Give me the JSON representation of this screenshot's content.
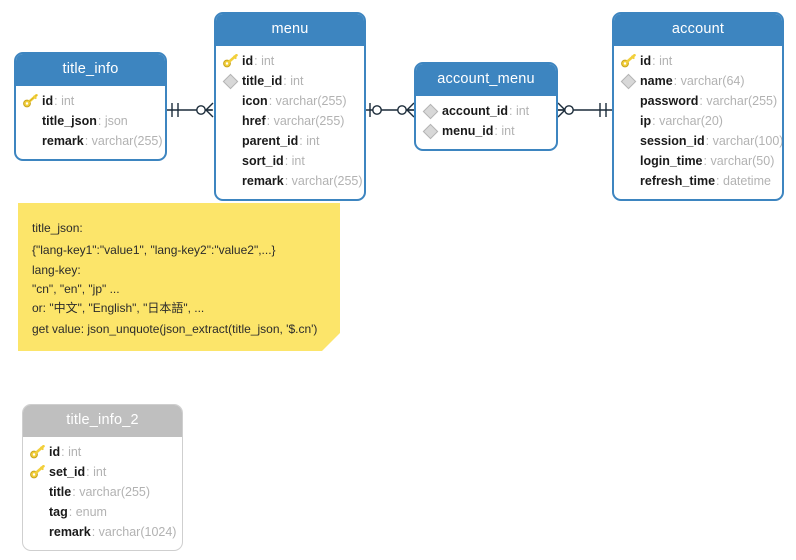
{
  "diagram": {
    "title": "Database ER diagram",
    "canvas_background": "#ffffff",
    "colors": {
      "entity_blue": "#3d85c0",
      "entity_gray": "#bfbfbf",
      "note_yellow": "#fce56a",
      "field_name": "#1a1a1a",
      "field_type": "#b2b2b2",
      "connector": "#1c2c3a"
    }
  },
  "entities": [
    {
      "name": "title_info",
      "style": "blue",
      "fields": [
        {
          "marker": "key-icon",
          "name": "id",
          "type": "int"
        },
        {
          "marker": "none",
          "name": "title_json",
          "type": "json"
        },
        {
          "marker": "none",
          "name": "remark",
          "type": "varchar(255)"
        }
      ]
    },
    {
      "name": "menu",
      "style": "blue",
      "fields": [
        {
          "marker": "key-icon",
          "name": "id",
          "type": "int"
        },
        {
          "marker": "diamond-icon",
          "name": "title_id",
          "type": "int"
        },
        {
          "marker": "none",
          "name": "icon",
          "type": "varchar(255)"
        },
        {
          "marker": "none",
          "name": "href",
          "type": "varchar(255)"
        },
        {
          "marker": "none",
          "name": "parent_id",
          "type": "int"
        },
        {
          "marker": "none",
          "name": "sort_id",
          "type": "int"
        },
        {
          "marker": "none",
          "name": "remark",
          "type": "varchar(255)"
        }
      ]
    },
    {
      "name": "account_menu",
      "style": "blue",
      "fields": [
        {
          "marker": "diamond-icon",
          "name": "account_id",
          "type": "int"
        },
        {
          "marker": "diamond-icon",
          "name": "menu_id",
          "type": "int"
        }
      ]
    },
    {
      "name": "account",
      "style": "blue",
      "fields": [
        {
          "marker": "key-icon",
          "name": "id",
          "type": "int"
        },
        {
          "marker": "diamond-icon",
          "name": "name",
          "type": "varchar(64)"
        },
        {
          "marker": "none",
          "name": "password",
          "type": "varchar(255)"
        },
        {
          "marker": "none",
          "name": "ip",
          "type": "varchar(20)"
        },
        {
          "marker": "none",
          "name": "session_id",
          "type": "varchar(100)"
        },
        {
          "marker": "none",
          "name": "login_time",
          "type": "varchar(50)"
        },
        {
          "marker": "none",
          "name": "refresh_time",
          "type": "datetime"
        }
      ]
    },
    {
      "name": "title_info_2",
      "style": "gray",
      "fields": [
        {
          "marker": "key-icon",
          "name": "id",
          "type": "int"
        },
        {
          "marker": "key-icon",
          "name": "set_id",
          "type": "int"
        },
        {
          "marker": "none",
          "name": "title",
          "type": "varchar(255)"
        },
        {
          "marker": "none",
          "name": "tag",
          "type": "enum"
        },
        {
          "marker": "none",
          "name": "remark",
          "type": "varchar(1024)"
        }
      ]
    }
  ],
  "relationships": [
    {
      "from": "title_info",
      "to": "menu",
      "from_cardinality": "exactly-one",
      "to_cardinality": "zero-or-many"
    },
    {
      "from": "menu",
      "to": "account_menu",
      "from_cardinality": "zero-or-one",
      "to_cardinality": "zero-or-many"
    },
    {
      "from": "account_menu",
      "to": "account",
      "from_cardinality": "zero-or-many",
      "to_cardinality": "exactly-one"
    }
  ],
  "note": {
    "lines": [
      "title_json:",
      "{\"lang-key1\":\"value1\", \"lang-key2\":\"value2\",...}",
      "lang-key:",
      "\"cn\", \"en\", \"jp\" ...",
      "or: \"中文\", \"English\", \"日本語\", ...",
      "get value: json_unquote(json_extract(title_json, '$.cn')"
    ]
  }
}
